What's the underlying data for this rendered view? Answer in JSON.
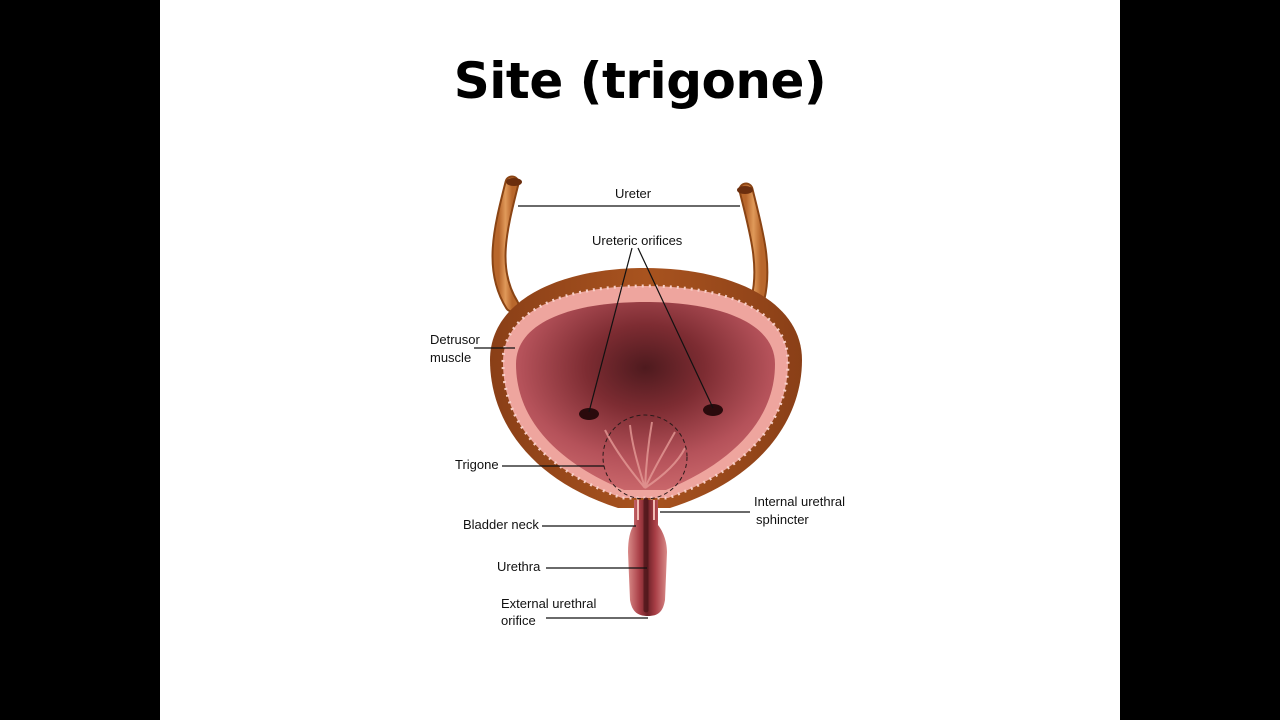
{
  "slide": {
    "title": "Site (trigone)"
  },
  "diagram": {
    "labels": {
      "ureter": "Ureter",
      "ureteric_orifices": "Ureteric orifices",
      "detrusor_line1": "Detrusor",
      "detrusor_line2": "muscle",
      "trigone": "Trigone",
      "bladder_neck": "Bladder neck",
      "urethra": "Urethra",
      "internal_sphincter_line1": "Internal urethral",
      "internal_sphincter_line2": "sphincter",
      "external_orifice_line1": "External urethral",
      "external_orifice_line2": "orifice"
    },
    "colors": {
      "outer_wall": "#9a4a1c",
      "ureter": "#c97a3c",
      "muscle_layer": "#f0b0a8",
      "lumen": "#b85055",
      "lumen_dark": "#5a1f22",
      "urethra": "#b04a50"
    }
  }
}
